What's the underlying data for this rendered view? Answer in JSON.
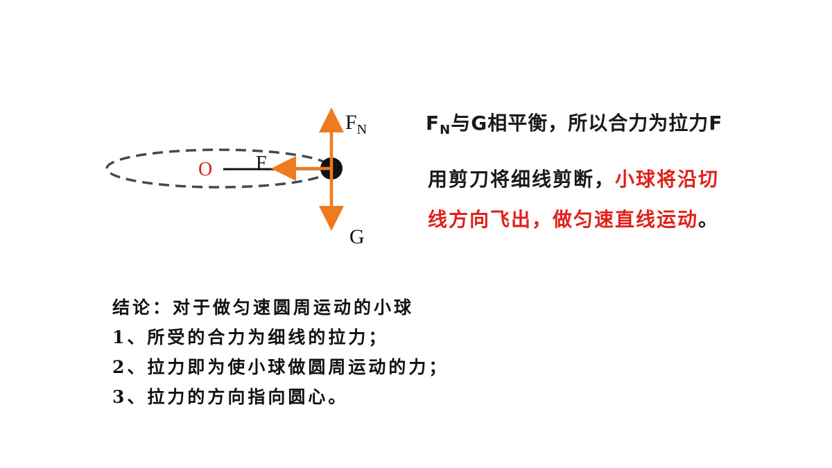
{
  "diagram": {
    "center_label": "O",
    "tension_label": "F",
    "normal_label_main": "F",
    "normal_label_sub": "N",
    "gravity_label": "G",
    "colors": {
      "arrow": "#f07a1f",
      "orbit": "#3d4a5c",
      "ball": "#111111",
      "center_label": "#d62020",
      "string": "#111111"
    }
  },
  "statements": {
    "balance_a": "F",
    "balance_sub": "N",
    "balance_b": "与G相平衡，所以合力为拉力F",
    "cut_line1_black": "用剪刀将细线剪断，",
    "cut_line1_red": "小球将沿切",
    "cut_line2_red": "线方向飞出，做匀速直线运动",
    "cut_line2_black": "。"
  },
  "conclusion": {
    "title": "结论：对于做匀速圆周运动的小球",
    "items": [
      "1、所受的合力为细线的拉力；",
      "2、拉力即为使小球做圆周运动的力；",
      "3、拉力的方向指向圆心。"
    ]
  }
}
